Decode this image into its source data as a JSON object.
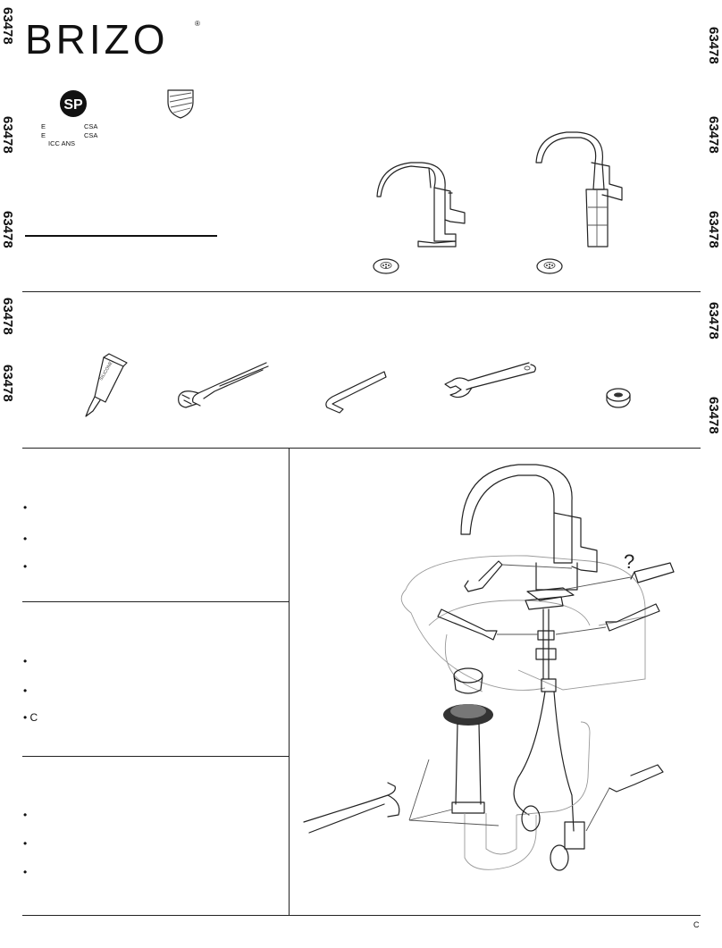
{
  "brand": {
    "logo_text": "BRIZO"
  },
  "model_number": "63478",
  "cert": {
    "lines": [
      {
        "left": "E",
        "right": "CSA"
      },
      {
        "left": "E",
        "right": "CSA"
      },
      {
        "left": "ICC ANS",
        "right": ""
      }
    ]
  },
  "prep_bullets": [
    "•",
    "•",
    "•"
  ],
  "drain_bullets": [
    "•",
    "•",
    "• C"
  ],
  "supply_bullets": [
    "•",
    "•",
    "•"
  ],
  "footer": {
    "page_mark": "C"
  },
  "tools": [
    "silicone-tube",
    "pliers",
    "hex-key",
    "adjustable-wrench",
    "washer"
  ],
  "tube_label": "SILICONE"
}
